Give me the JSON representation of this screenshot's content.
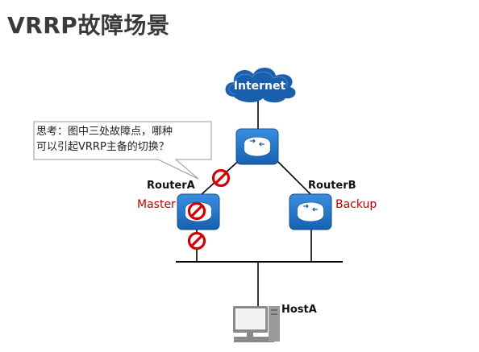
{
  "title": "VRRP故障场景",
  "internet_label": "Internet",
  "callout": {
    "line1": "思考：图中三处故障点，哪种",
    "line2": "可以引起VRRP主备的切换？"
  },
  "router_a": {
    "name": "RouterA",
    "role": "Master"
  },
  "router_b": {
    "name": "RouterB",
    "role": "Backup"
  },
  "host": {
    "name": "HostA"
  },
  "colors": {
    "router_blue": "#1e6fc0",
    "cloud_blue": "#1a5fae",
    "fault_red": "#d40000",
    "role_red": "#c00000"
  }
}
